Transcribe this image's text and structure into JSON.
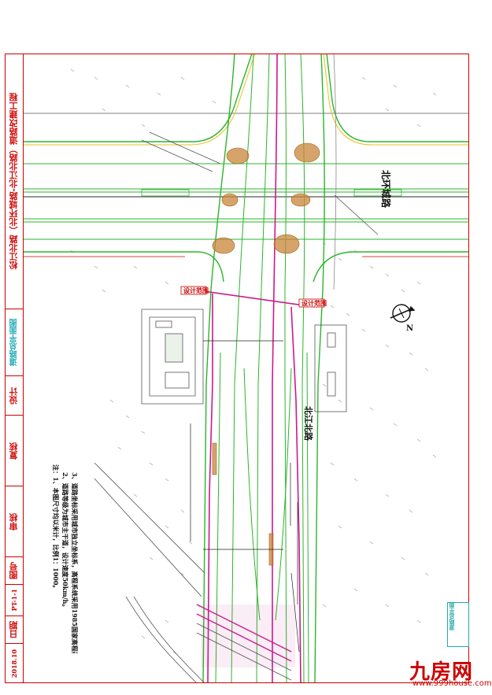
{
  "title_block": {
    "project_title": "松江北路（北环城路-北江北路）道路改建工程",
    "drawing_name": "道路总平面图",
    "label_design": "设计",
    "label_review": "复核",
    "label_audit": "审核",
    "label_drawing_no": "图号",
    "drawing_no": "PT-1-1",
    "label_date": "日期",
    "date": "2018.10"
  },
  "map_labels": {
    "road_north_ring": "北环城路",
    "road_beijiang_north": "北江北路",
    "design_boundary_left": "设计范围",
    "design_boundary_right": "设计范围",
    "north_arrow": "N"
  },
  "notes": {
    "line1": "注：1、本图尺寸均以米计，比例1：1000。",
    "line2": "2、道路等级为城市主干道，设计速度50km/h。",
    "line3": "3、道路坐标采用城市独立坐标系，高程系统采用1985国家高程基准。"
  },
  "stamp_text": "道路总平面",
  "watermark": {
    "brand": "九房网",
    "url": "www.999house.com"
  },
  "colors": {
    "border": "#cc0000",
    "road_edge": "#2bb52b",
    "boundary": "#cc1a8a",
    "title": "#d01010",
    "subtitle": "#21a9b5",
    "crosswalk": "#c8863a"
  }
}
